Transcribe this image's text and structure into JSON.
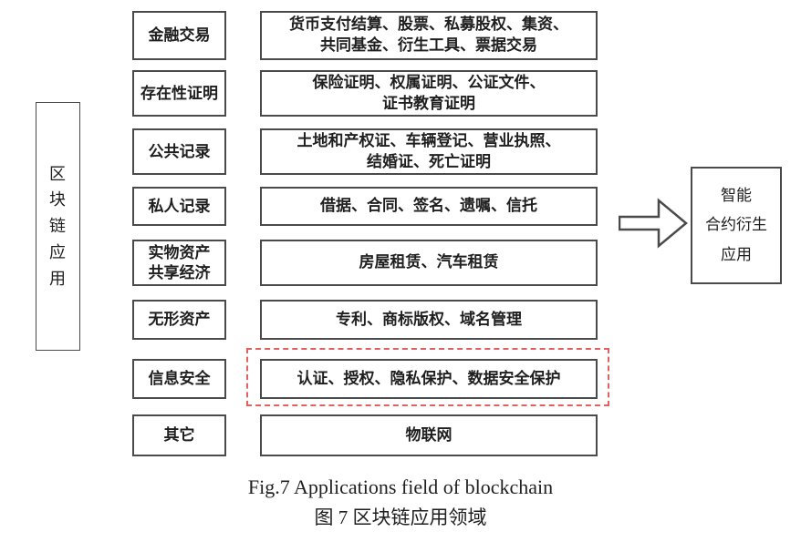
{
  "figure": {
    "left_box": {
      "label": "区块链应用",
      "display": "区\n块\n链\n应\n用"
    },
    "rows": [
      {
        "category": "金融交易",
        "detail": "货币支付结算、股票、私募股权、集资、\n共同基金、衍生工具、票据交易",
        "highlighted": false
      },
      {
        "category": "存在性证明",
        "detail": "保险证明、权属证明、公证文件、\n证书教育证明",
        "highlighted": false
      },
      {
        "category": "公共记录",
        "detail": "土地和产权证、车辆登记、营业执照、\n结婚证、死亡证明",
        "highlighted": false
      },
      {
        "category": "私人记录",
        "detail": "借据、合同、签名、遗嘱、信托",
        "highlighted": false
      },
      {
        "category": "实物资产\n共享经济",
        "detail": "房屋租赁、汽车租赁",
        "highlighted": false
      },
      {
        "category": "无形资产",
        "detail": "专利、商标版权、域名管理",
        "highlighted": false
      },
      {
        "category": "信息安全",
        "detail": "认证、授权、隐私保护、数据安全保护",
        "highlighted": true
      },
      {
        "category": "其它",
        "detail": "物联网",
        "highlighted": false
      }
    ],
    "right_box": {
      "label": "智能合约衍生应用",
      "display": "智能\n合约衍生\n应用"
    },
    "icons": {
      "arrow": "hollow-right-arrow"
    },
    "colors": {
      "border": "#4a4a4a",
      "text": "#1f1f1f",
      "highlight_dashed": "#e26060",
      "background": "#ffffff"
    }
  },
  "caption": {
    "english": "Fig.7    Applications field of blockchain",
    "chinese": "图 7    区块链应用领域"
  }
}
